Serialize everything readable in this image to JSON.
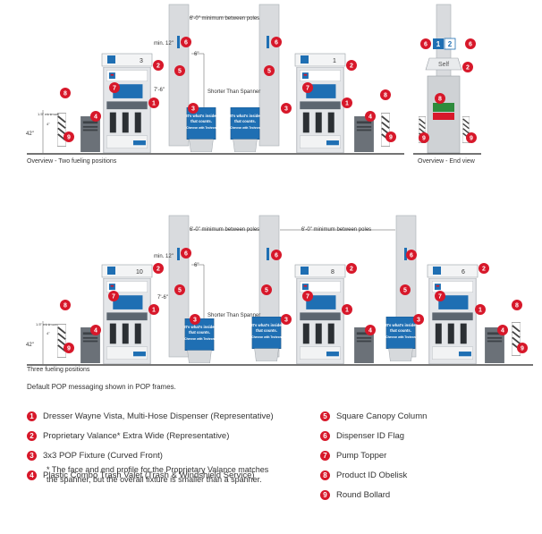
{
  "overview1": {
    "caption": "Overview - Two fueling positions",
    "spacing": "6'-0\" minimum between poles",
    "min_height": "min. 12\"",
    "six_inch": "6\"",
    "seven_six": "7'-6\"",
    "shorter_than_spanner": "Shorter Than Spanner",
    "bollard_min": "1.5\" minimum",
    "bollard_four": "4\"",
    "bollard_42": "42\"",
    "dispensers": [
      {
        "number": "3"
      },
      {
        "number": "1"
      }
    ]
  },
  "end_view": {
    "caption": "Overview - End view",
    "self_label": "Self",
    "flag_left": "1",
    "flag_right": "2"
  },
  "overview2": {
    "caption": "Three fueling positions",
    "spacing": "6'-0\" minimum between poles",
    "spacing_right": "6'-0\" minimum between poles",
    "min_height": "min. 12\"",
    "six_inch": "6\"",
    "seven_six": "7'-6\"",
    "shorter_than_spanner": "Shorter Than Spanner",
    "bollard_min": "1.5\" minimum",
    "bollard_four": "4\"",
    "bollard_42": "42\"",
    "dispensers": [
      {
        "number": "10"
      },
      {
        "number": "8"
      },
      {
        "number": "6"
      }
    ]
  },
  "pop_message": {
    "line1": "It's what's inside",
    "line2": "that counts.",
    "line3": "Chevron with Techron"
  },
  "default_note": "Default POP messaging shown in POP frames.",
  "legend": [
    {
      "num": "1",
      "label": "Dresser Wayne Vista, Multi-Hose Dispenser (Representative)"
    },
    {
      "num": "2",
      "label": "Proprietary Valance* Extra Wide (Representative)"
    },
    {
      "num": "3",
      "label": "3x3 POP Fixture (Curved Front)"
    },
    {
      "num": "4",
      "label": "Plastic Combo Trash Valet (Trash & Windshield Service)"
    },
    {
      "num": "5",
      "label": "Square Canopy Column"
    },
    {
      "num": "6",
      "label": "Dispenser ID Flag"
    },
    {
      "num": "7",
      "label": "Pump Topper"
    },
    {
      "num": "8",
      "label": "Product ID Obelisk"
    },
    {
      "num": "9",
      "label": "Round Bollard"
    }
  ],
  "footnote": "* The face and end profile for the Proprietary Valance matches the spanner, but the overall fixture is smaller than a spanner.",
  "colors": {
    "callout": "#d7182a",
    "chevron_blue": "#1f6fb3",
    "pole": "#d9dbde",
    "ground": "#222222"
  }
}
